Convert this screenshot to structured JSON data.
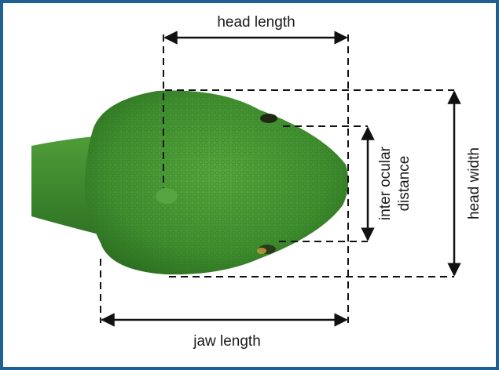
{
  "colors": {
    "border": "#1f5f93",
    "lizard_body": "#3f8f2f",
    "lizard_dark": "#2b6a1f",
    "dimension_lines": "#111111"
  },
  "image": {
    "subject": "lizard-head-top-view"
  },
  "labels": {
    "head_length": "head length",
    "jaw_length": "jaw length",
    "head_width": "head width",
    "inter_ocular_line1": "inter ocular",
    "inter_ocular_line2": "distance"
  }
}
